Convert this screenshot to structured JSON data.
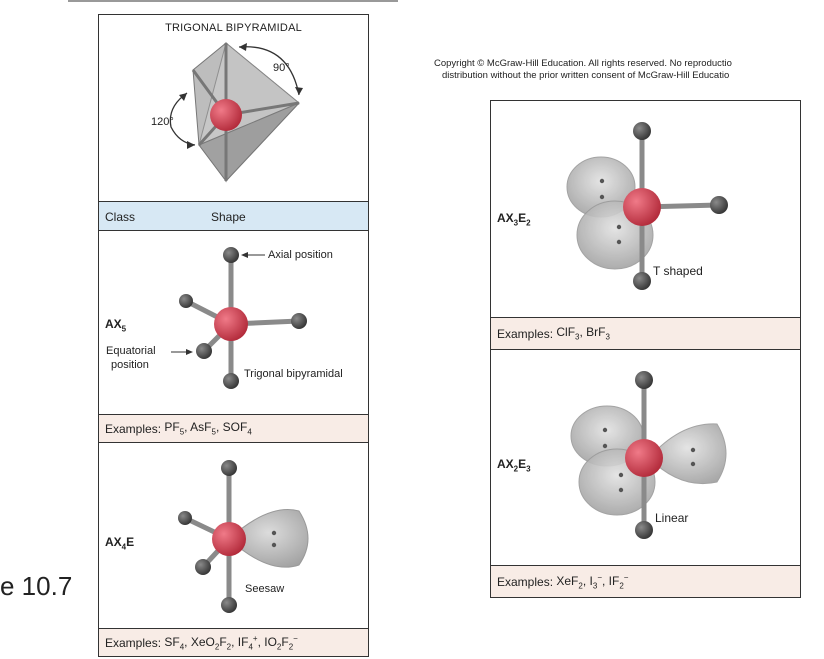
{
  "figure_label": "e 10.7",
  "copyright": {
    "line1": "Copyright © McGraw-Hill Education. All rights reserved. No reproductio",
    "line2": "distribution without the prior written consent of McGraw-Hill Educatio"
  },
  "left_panel": {
    "header_title": "TRIGONAL BIPYRAMIDAL",
    "angle_90": "90°",
    "angle_120": "120°",
    "table_header": {
      "class": "Class",
      "shape": "Shape"
    },
    "ax5": {
      "class_main": "AX",
      "class_sub": "5",
      "axial_label": "Axial position",
      "equatorial_label_1": "Equatorial",
      "equatorial_label_2": "position",
      "shape": "Trigonal bipyramidal",
      "examples_prefix": "Examples: ",
      "examples": "PF5, AsF5, SOF4"
    },
    "ax4e": {
      "class_main": "AX",
      "class_sub": "4",
      "class_suffix": "E",
      "shape": "Seesaw",
      "examples_prefix": "Examples: ",
      "examples": "SF4, XeO2F2, IF4+, IO2F2−"
    }
  },
  "right_panel": {
    "ax3e2": {
      "class_main": "AX",
      "class_sub": "3",
      "class_suffix": "E",
      "class_suffix_sub": "2",
      "shape": "T shaped",
      "examples_prefix": "Examples: ",
      "examples": "ClF3, BrF3"
    },
    "ax2e3": {
      "class_main": "AX",
      "class_sub": "2",
      "class_suffix": "E",
      "class_suffix_sub": "3",
      "shape": "Linear",
      "examples_prefix": "Examples: ",
      "examples": "XeF2, I3−, IF2−"
    }
  },
  "colors": {
    "central_atom": "#d63a4b",
    "ligand_atom": "#555555",
    "bond": "#8a8a8a",
    "lone_pair_lobe": "#bdbdbd",
    "header_bg": "#d7e8f4",
    "examples_bg": "#f8ece6"
  }
}
